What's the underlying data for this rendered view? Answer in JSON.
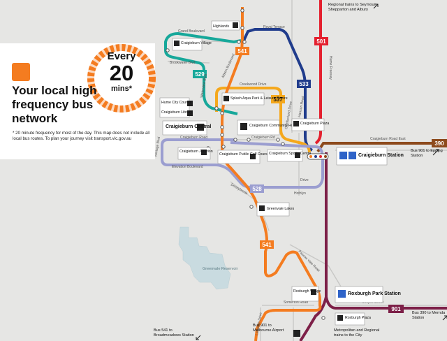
{
  "panel": {
    "every": "Every",
    "number": "20",
    "mins": "mins*",
    "title": "Your local high frequency bus network",
    "note": "* 20 minute frequency for most of the day. This map does not include all local bus routes. To plan your journey visit transport.vic.gov.au"
  },
  "colors": {
    "r501": "#e4202e",
    "r390": "#8d4a1c",
    "r901": "#7d2048",
    "r533": "#203c8c",
    "r537": "#f5a81c",
    "r541": "#f47c20",
    "r529": "#17a89a",
    "r528": "#9b9ed0",
    "orange": "#f47c20",
    "train": "#2e63c8"
  },
  "routes": [
    "501",
    "541",
    "529",
    "533",
    "537",
    "390",
    "528",
    "541",
    "901"
  ],
  "stops": {
    "highlands": "Highlands",
    "village": "Craigieburn Village",
    "aqua": "Splash Aqua Park & Leisure Centre",
    "council": "Hume City Council",
    "library": "Craigieburn Library",
    "central": "Craigieburn Central",
    "hospital": "Craigieburn Community Hospital",
    "plaza": "Craigieburn Plaza",
    "junction": "Craigieburn Junction",
    "golf": "Craigieburn Public Golf Course",
    "sports": "Craigieburn Sports Centre",
    "station": "Craigieburn Station",
    "greenvale": "Greenvale Lakes",
    "roxvillage": "Roxburgh Village",
    "roxstation": "Roxburgh Park Station",
    "roxplaza": "Roxburgh Plaza"
  },
  "streets": {
    "grand": "Grand Boulevard",
    "royal": "Royal Terrace",
    "brookwater": "Brookwater Blvd",
    "hume": "Hume Freeway",
    "waterview": "Waterview Blvd",
    "aitken": "Aitken Boulevard",
    "creekwood": "Creekwood Drive",
    "hanson": "Hanson Road",
    "cumberland": "Cumberland Drive",
    "craigieburn": "Craigieburn Road",
    "craigieburnrd": "Craigieburn Rd",
    "craigieburneast": "Craigieburn Road East",
    "vantage": "Vantage Blvd",
    "elevation": "Elevation Boulevard",
    "hothlyn": "Hothlyn",
    "drive": "Drive",
    "somerton": "Somerton Road",
    "cooper": "Cooper Street",
    "donnybrook": "Donnybrook",
    "pascoe": "Pascoe Vale Road",
    "lakeside": "Lakeside Drive",
    "reservoir": "Greenvale Reservoir"
  },
  "external": {
    "seymour": "Regional trains to Seymour, Shepparton and Albury",
    "epping": "Bus 901 to Epping Station",
    "broadmeadows": "Bus 541 to Broadmeadows Station",
    "airport": "Bus 901 to Melbourne Airport",
    "city": "Metropolitan and Regional trains to the City",
    "mernda": "Bus 390 to Mernda Station"
  }
}
